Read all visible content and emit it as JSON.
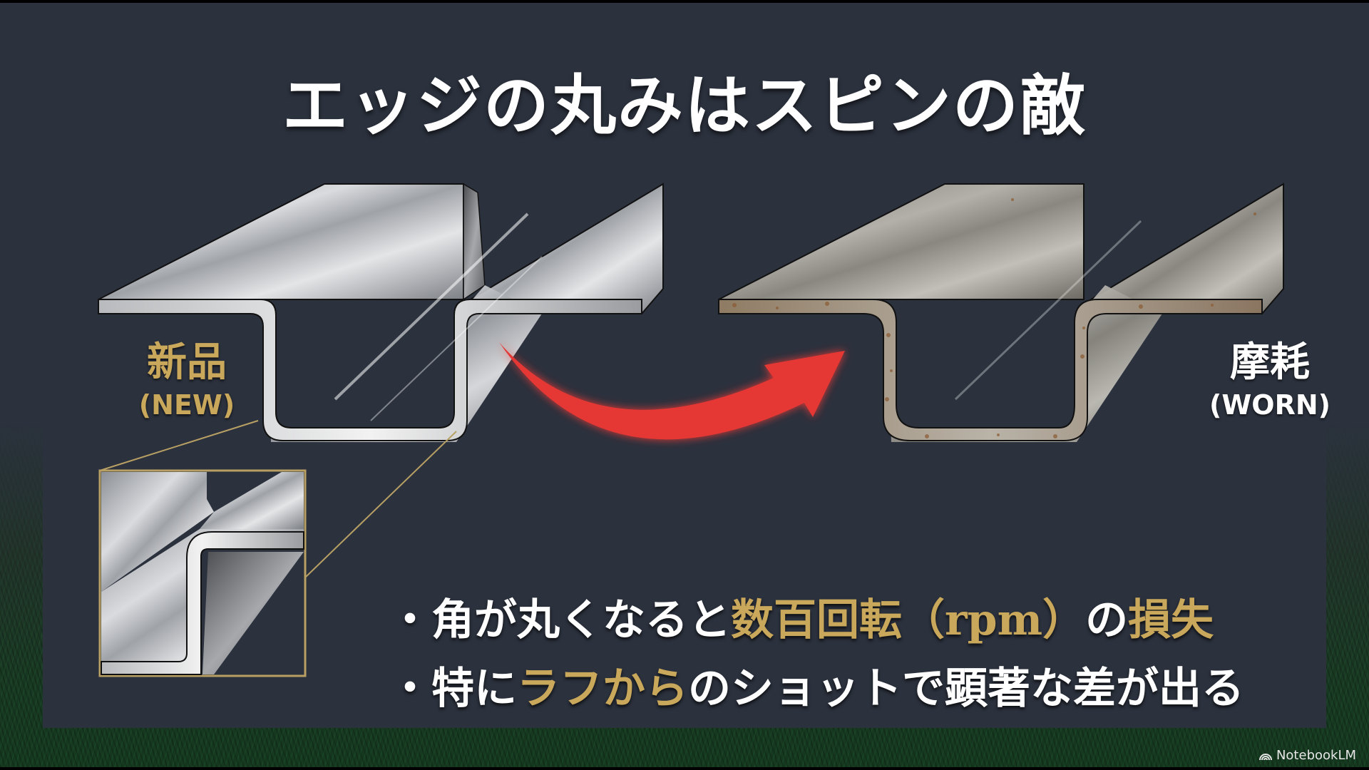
{
  "slide": {
    "title": "エッジの丸みはスピンの敵",
    "new_label": {
      "main": "新品",
      "sub": "(NEW)"
    },
    "worn_label": {
      "main": "摩耗",
      "sub": "(WORN)"
    },
    "bullets": [
      {
        "bullet": "・",
        "parts": [
          {
            "text": "角が丸くなると",
            "accent": false
          },
          {
            "text": "数百回転（rpm）",
            "accent": true
          },
          {
            "text": "の",
            "accent": false
          },
          {
            "text": "損失",
            "accent": true
          }
        ]
      },
      {
        "bullet": "・",
        "parts": [
          {
            "text": "特に",
            "accent": false
          },
          {
            "text": "ラフから",
            "accent": true
          },
          {
            "text": "のショットで顕著な差が出る",
            "accent": false
          }
        ]
      }
    ],
    "illustrations": {
      "new_groove": "polished-new-groove-illustration",
      "worn_groove": "worn-rusty-groove-illustration",
      "zoom_inset": "new-groove-sharp-edge-closeup",
      "arrow": "red-curved-arrow-icon"
    }
  },
  "colors": {
    "panel": "#2b313d",
    "accent_gold": "#c9a85c",
    "arrow_red": "#e53935",
    "grass": "#1a3a24"
  },
  "watermark": {
    "label": "NotebookLM",
    "icon": "notebooklm-logo-icon"
  }
}
